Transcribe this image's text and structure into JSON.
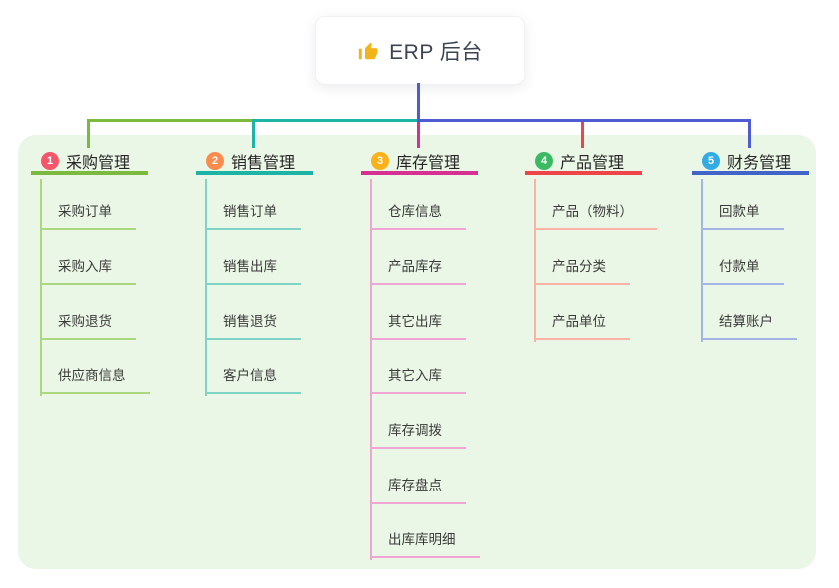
{
  "root": {
    "label": "ERP 后台",
    "icon": "thumbs-up-icon",
    "icon_color": "#f3b31b",
    "card_background": "#ffffff"
  },
  "canvas": {
    "background": "#ffffff",
    "panel_background": "#ebf7e6"
  },
  "connector": {
    "root_line_color": "#4f5bd2"
  },
  "branches": [
    {
      "badge": "1",
      "badge_color": "#f5566b",
      "line_color": "#7cb93f",
      "light_color": "#abd77f",
      "title": "采购管理",
      "children": [
        "采购订单",
        "采购入库",
        "采购退货",
        "供应商信息"
      ]
    },
    {
      "badge": "2",
      "badge_color": "#fc8c4e",
      "line_color": "#1db4a5",
      "light_color": "#7fd3c7",
      "title": "销售管理",
      "children": [
        "销售订单",
        "销售出库",
        "销售退货",
        "客户信息"
      ]
    },
    {
      "badge": "3",
      "badge_color": "#fbb117",
      "line_color": "#d63093",
      "light_color": "#f0a6d2",
      "title": "库存管理",
      "children": [
        "仓库信息",
        "产品库存",
        "其它出库",
        "其它入库",
        "库存调拨",
        "库存盘点",
        "出库库明细"
      ]
    },
    {
      "badge": "4",
      "badge_color": "#3cba63",
      "line_color": "#ee4648",
      "light_color": "#f9b3a4",
      "title": "产品管理",
      "children": [
        "产品（物料）",
        "产品分类",
        "产品单位"
      ]
    },
    {
      "badge": "5",
      "badge_color": "#33ace4",
      "line_color": "#4263c8",
      "light_color": "#a4b4e6",
      "title": "财务管理",
      "children": [
        "回款单",
        "付款单",
        "结算账户"
      ]
    }
  ]
}
